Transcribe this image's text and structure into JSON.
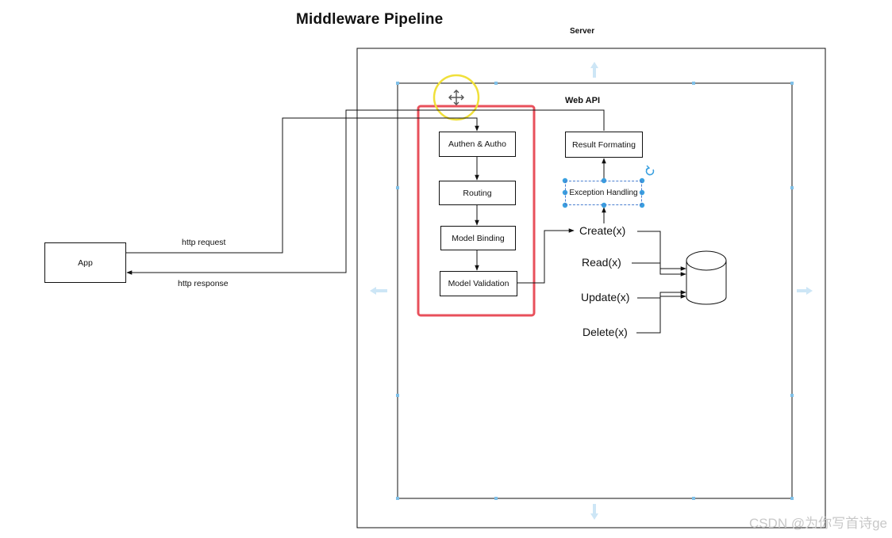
{
  "diagram": {
    "title": "Middleware Pipeline",
    "server_label": "Server",
    "webapi_label": "Web API",
    "app_label": "App",
    "request_label": "http request",
    "response_label": "http response",
    "pipeline": [
      {
        "id": "auth",
        "label": "Authen & Autho"
      },
      {
        "id": "routing",
        "label": "Routing"
      },
      {
        "id": "binding",
        "label": "Model Binding"
      },
      {
        "id": "validation",
        "label": "Model Validation"
      }
    ],
    "result_label": "Result Formating",
    "exception_label": "Exception Handling",
    "operations": [
      "Create(x)",
      "Read(x)",
      "Update(x)",
      "Delete(x)"
    ]
  },
  "colors": {
    "highlight_border": "#e8505b",
    "cursor_ring": "#f0e03a",
    "selection": "#3aa0e0",
    "guide": "#c9e4f5"
  },
  "watermark": "CSDN @为你写首诗ge"
}
